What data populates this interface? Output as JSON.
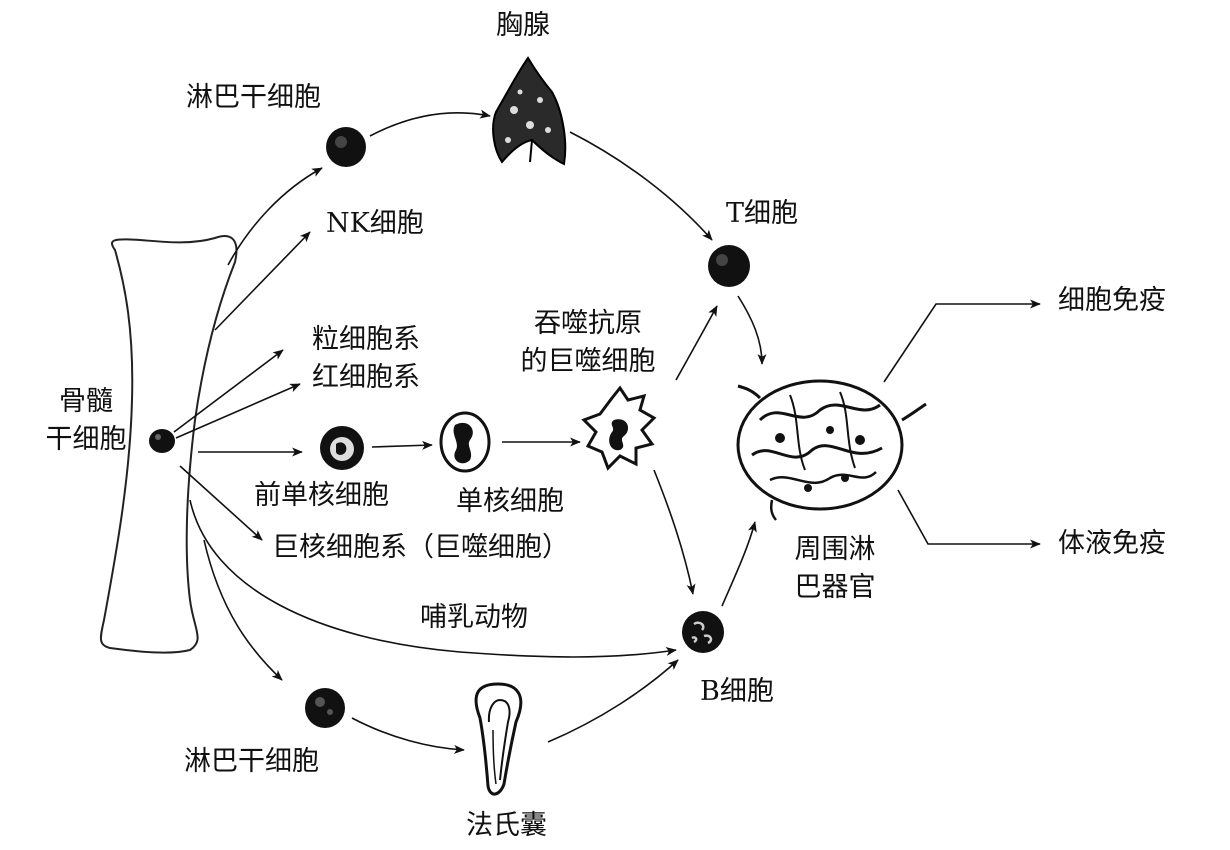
{
  "diagram": {
    "labels": {
      "thymus": "胸腺",
      "lymph_stem_top": "淋巴干细胞",
      "nk_cell": "NK细胞",
      "t_cell": "T细胞",
      "granulocyte_line": "粒细胞系",
      "erythrocyte_line": "红细胞系",
      "bone_marrow_stem_line1": "骨髓",
      "bone_marrow_stem_line2": "干细胞",
      "phagocyte_line1": "吞噬抗原",
      "phagocyte_line2": "的巨噬细胞",
      "promonocyte": "前单核细胞",
      "monocyte": "单核细胞",
      "megakaryocyte_line": "巨核细胞系（巨噬细胞）",
      "peripheral_line1": "周围淋",
      "peripheral_line2": "巴器官",
      "cellular_immunity": "细胞免疫",
      "humoral_immunity": "体液免疫",
      "mammal": "哺乳动物",
      "b_cell": "B细胞",
      "lymph_stem_bottom": "淋巴干细胞",
      "bursa": "法氏囊"
    },
    "colors": {
      "ink": "#111111",
      "paper": "#ffffff"
    }
  }
}
